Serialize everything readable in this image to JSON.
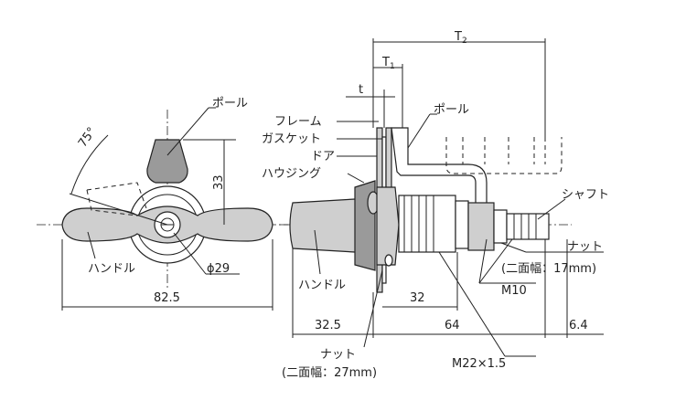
{
  "front_view": {
    "labels": {
      "pole": "ポール",
      "handle": "ハンドル"
    },
    "dimensions": {
      "angle": "75°",
      "height": "33",
      "diameter": "ϕ29",
      "width": "82.5"
    }
  },
  "side_view": {
    "labels": {
      "frame": "フレーム",
      "gasket": "ガスケット",
      "door": "ドア",
      "housing": "ハウジング",
      "pole": "ポール",
      "shaft": "シャフト",
      "handle": "ハンドル",
      "nut_right": "ナット",
      "nut_right_spec": "(二面幅：17mm)",
      "nut_bottom": "ナット",
      "nut_bottom_spec": "(二面幅：27mm)"
    },
    "dimensions": {
      "t2_base": "T",
      "t2_sub": "2",
      "t1_base": "T",
      "t1_sub": "1",
      "t": "t",
      "d32": "32",
      "d32_5": "32.5",
      "d64": "64",
      "d6_4": "6.4",
      "m10": "M10",
      "m22": "M22×1.5"
    }
  }
}
